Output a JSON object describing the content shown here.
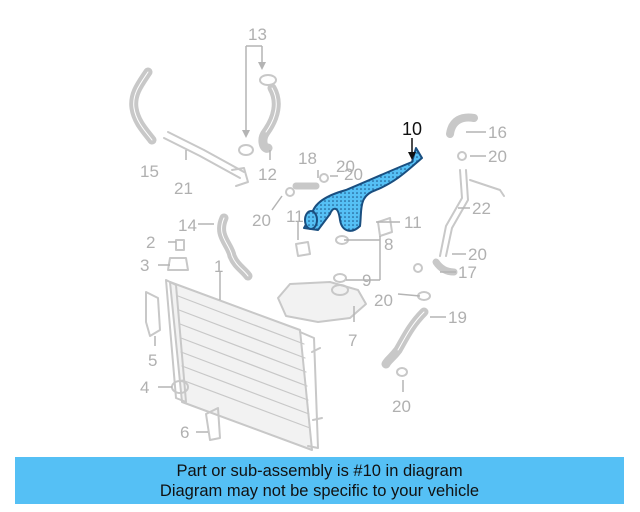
{
  "diagram": {
    "highlight_color": "#55c0f5",
    "part_color": "#c8c8c8",
    "callouts": {
      "c1": "1",
      "c2": "2",
      "c3": "3",
      "c4": "4",
      "c5": "5",
      "c6": "6",
      "c7": "7",
      "c8": "8",
      "c9": "9",
      "c10": "10",
      "c11a": "11",
      "c11b": "11",
      "c12": "12",
      "c13": "13",
      "c14": "14",
      "c15": "15",
      "c16": "16",
      "c17": "17",
      "c18": "18",
      "c19": "19",
      "c20a": "20",
      "c20b": "20",
      "c20c": "20",
      "c20d": "20",
      "c20e": "20",
      "c20f": "20",
      "c20g": "20",
      "c21": "21",
      "c22": "22"
    }
  },
  "banner": {
    "line1": "Part or sub-assembly is #10 in diagram",
    "line2": "Diagram may not be specific to your vehicle",
    "color": "#55c0f5"
  }
}
